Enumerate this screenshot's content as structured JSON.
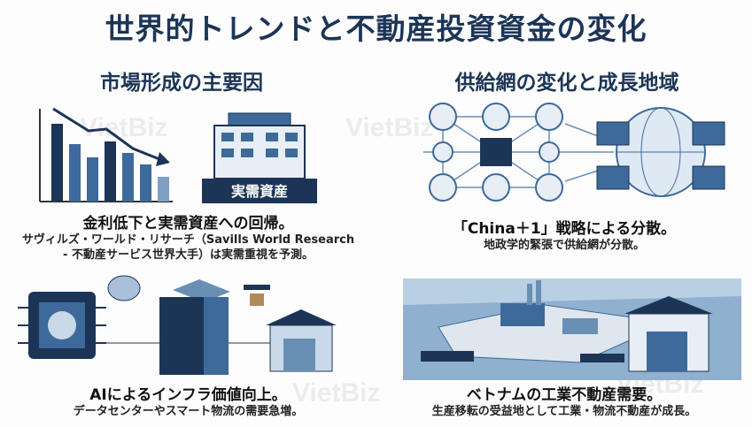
{
  "title": "世界的トレンドと不動産投資資金の変化",
  "sections": {
    "left": "市場形成の主要因",
    "right": "供給網の変化と成長地域"
  },
  "watermark": "VietBiz",
  "quadrants": [
    {
      "heading": "金利低下と実需資産への回帰。",
      "lines": [
        "サヴィルズ・ワールド・リサーチ（Savills World Research",
        "- 不動産サービス世界大手）は実需重視を予測。"
      ],
      "building_label": "実需資産"
    },
    {
      "heading": "「China＋1」戦略による分散。",
      "lines": [
        "地政学的緊張で供給網が分散。"
      ]
    },
    {
      "heading": "AIによるインフラ価値向上。",
      "lines": [
        "データセンターやスマート物流の需要急増。"
      ]
    },
    {
      "heading": "ベトナムの工業不動産需要。",
      "lines": [
        "生産移転の受益地として工業・物流不動産が成長。"
      ]
    }
  ],
  "colors": {
    "navy": "#1c3557",
    "blue": "#3d6a9a",
    "light": "#c9d9ea"
  }
}
